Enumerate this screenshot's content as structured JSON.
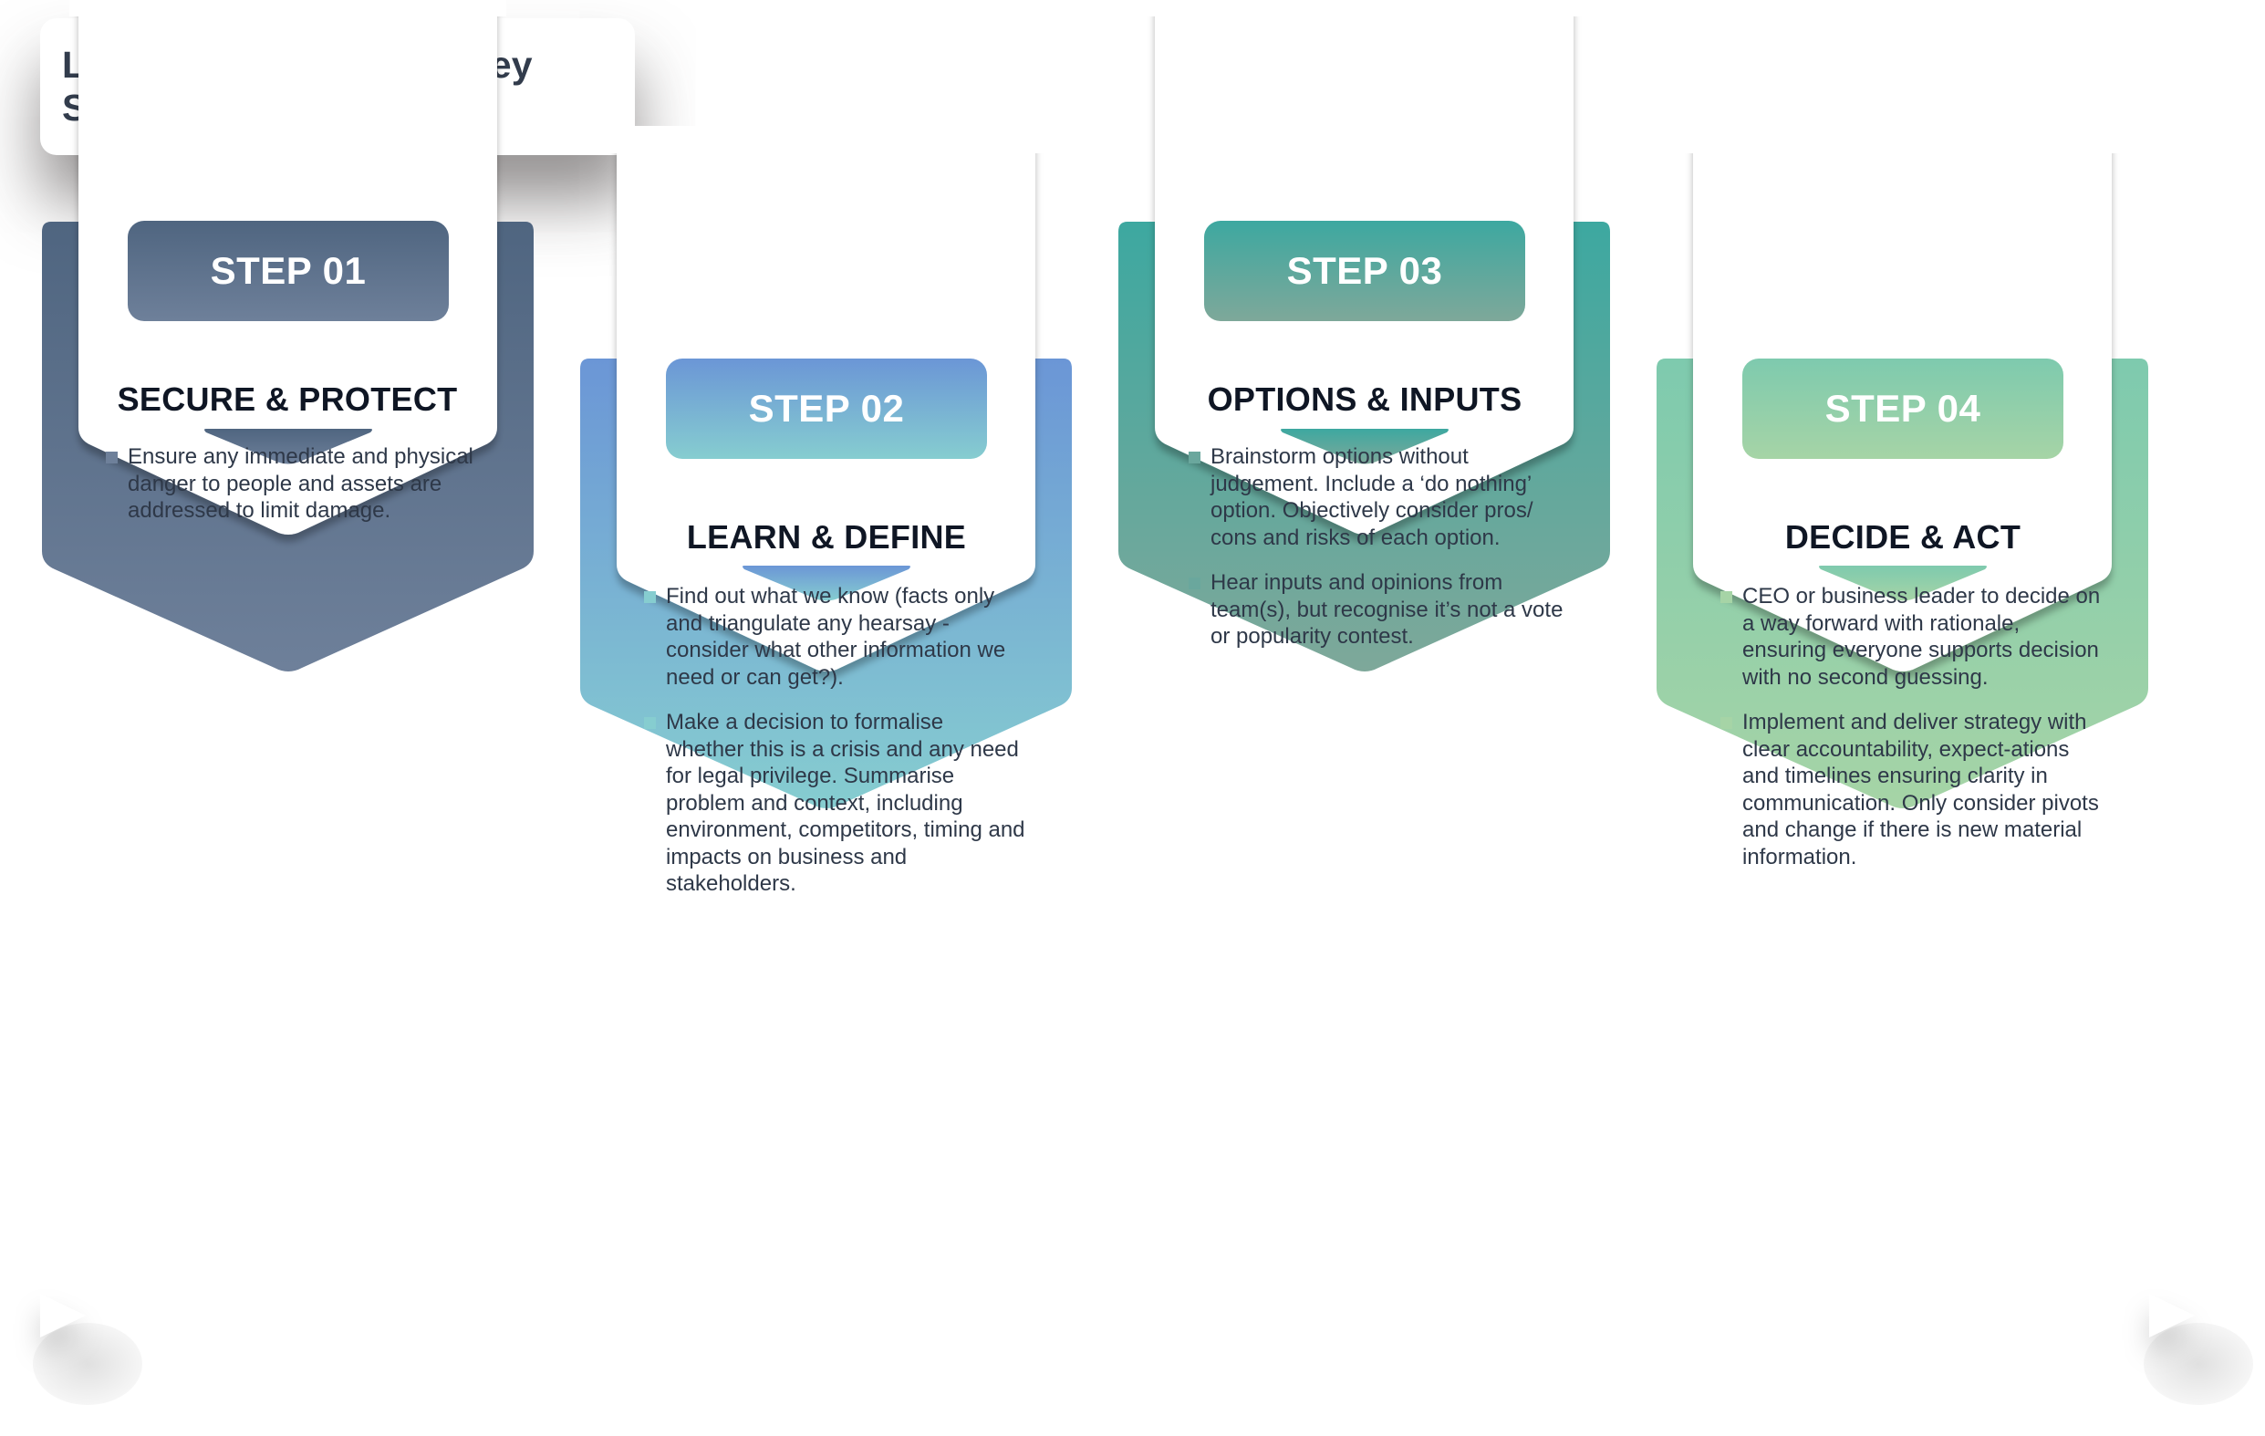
{
  "title": "Leading in a Crisis - 4 Key Steps",
  "steps": [
    {
      "badge": "STEP 01",
      "heading": "SECURE & PROTECT",
      "color_top": "#4f6580",
      "color_bottom": "#6e809a",
      "bullet_color": "#6e809a",
      "bullets": [
        "Ensure any immediate and physical danger to people and assets are addressed to limit damage."
      ]
    },
    {
      "badge": "STEP 02",
      "heading": "LEARN & DEFINE",
      "color_top": "#6b96d6",
      "color_bottom": "#86cdd0",
      "bullet_color": "#86cdd0",
      "bullets": [
        "Find out what we know (facts only and triangulate any hearsay - consider what other information we need or can get?).",
        "Make a decision to formalise whether this is a crisis and any need for legal privilege. Summarise problem and context, including environment, competitors, timing and impacts on business and stakeholders."
      ]
    },
    {
      "badge": "STEP 03",
      "heading": "OPTIONS & INPUTS",
      "color_top": "#3da8a0",
      "color_bottom": "#7ea89a",
      "bullet_color": "#6aa79d",
      "bullets": [
        "Brainstorm options without judgement. Include a ‘do nothing’ option. Objectively consider pros/ cons and risks of each option.",
        "Hear inputs and opinions from team(s), but recognise it’s not a vote or popularity contest."
      ]
    },
    {
      "badge": "STEP 04",
      "heading": "DECIDE & ACT",
      "color_top": "#7ecaae",
      "color_bottom": "#a6d4a6",
      "bullet_color": "#a6d4a6",
      "bullets": [
        "CEO or business leader to decide on a way forward with rationale, ensuring everyone supports decision with no second guessing.",
        "Implement and deliver strategy with clear accountability, expect-ations and timelines ensuring clarity in communication. Only consider pivots and change if there is new material information."
      ]
    }
  ]
}
